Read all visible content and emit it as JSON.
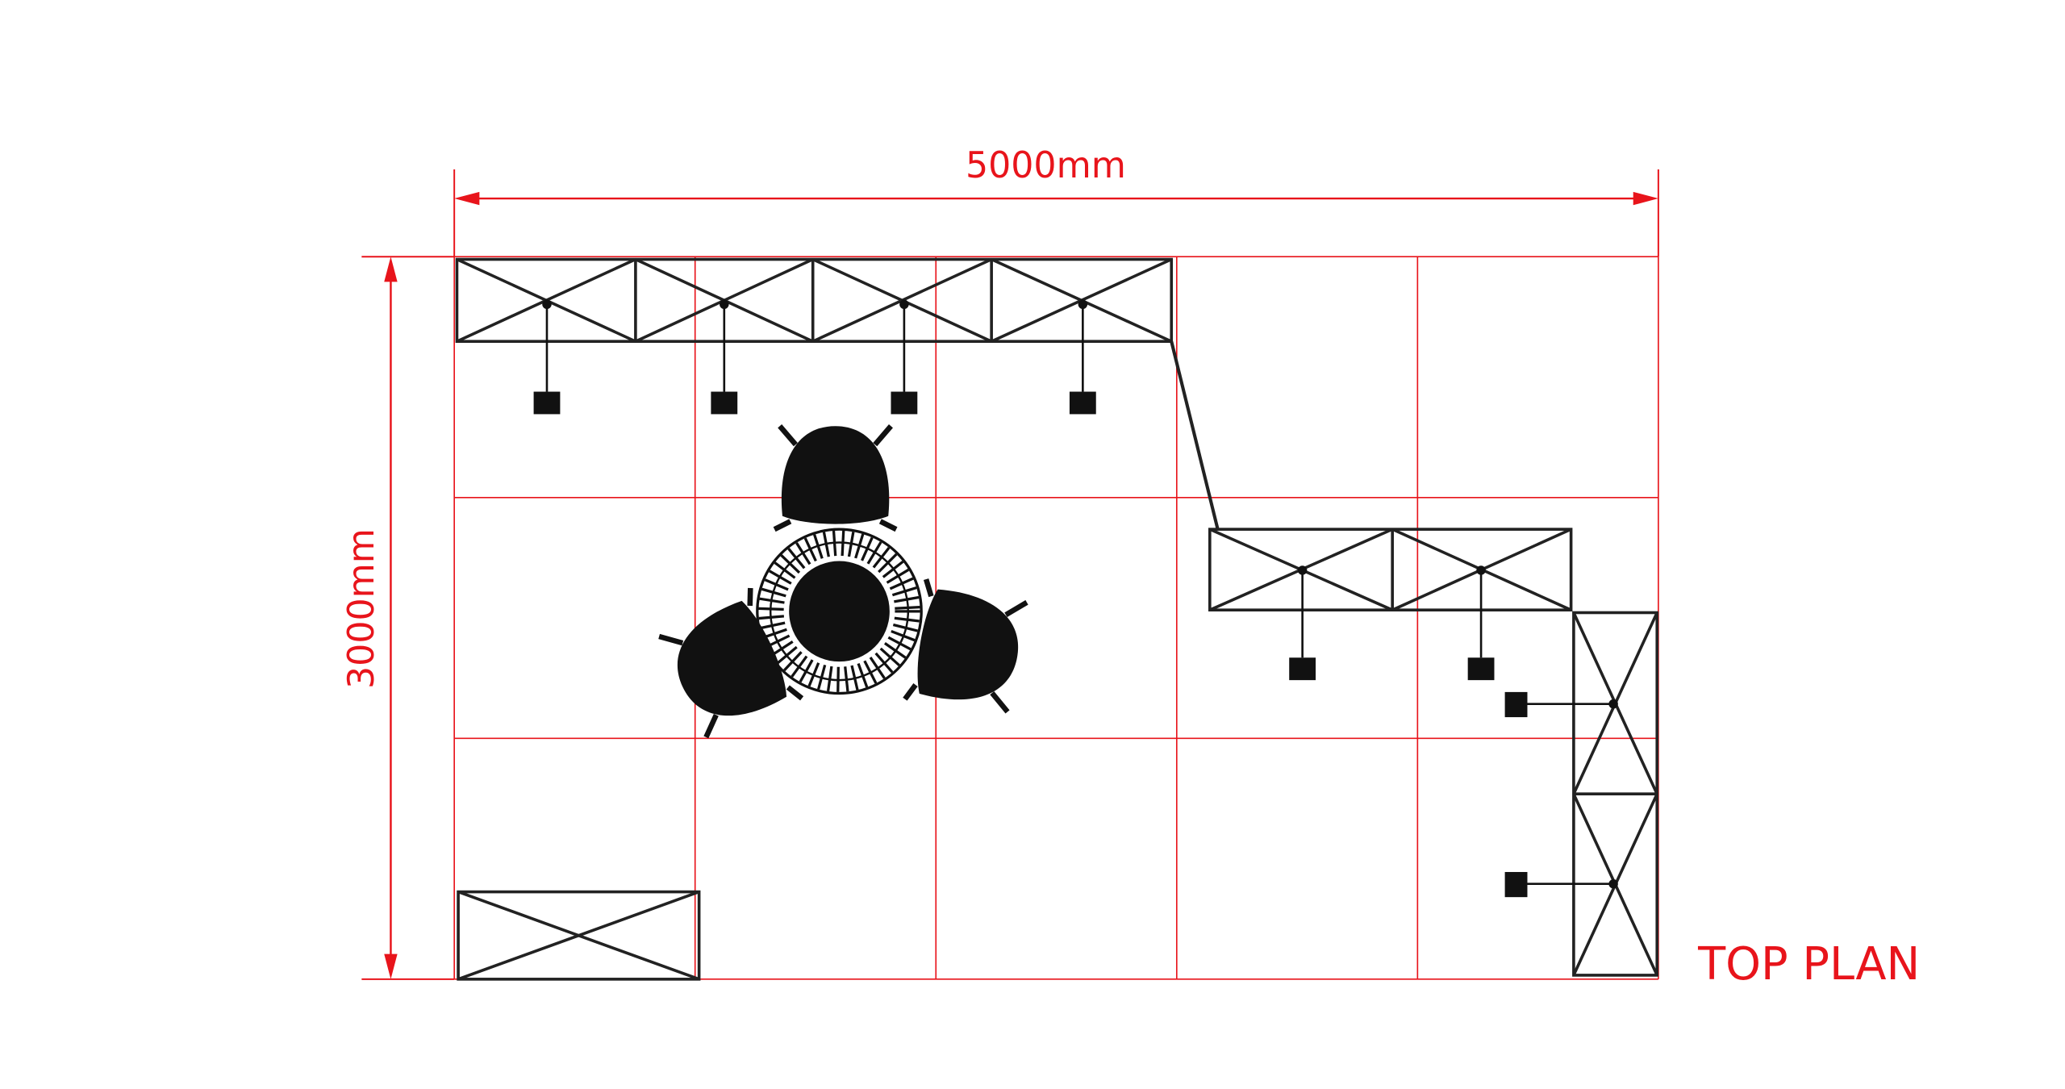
{
  "drawing": {
    "title": "TOP PLAN",
    "width_dimension": "5000mm",
    "depth_dimension": "3000mm",
    "grid": {
      "columns": 5,
      "rows": 3,
      "cell_size_mm": 1000
    },
    "colors": {
      "dimension": "#e8141b",
      "structure": "#222222"
    }
  }
}
